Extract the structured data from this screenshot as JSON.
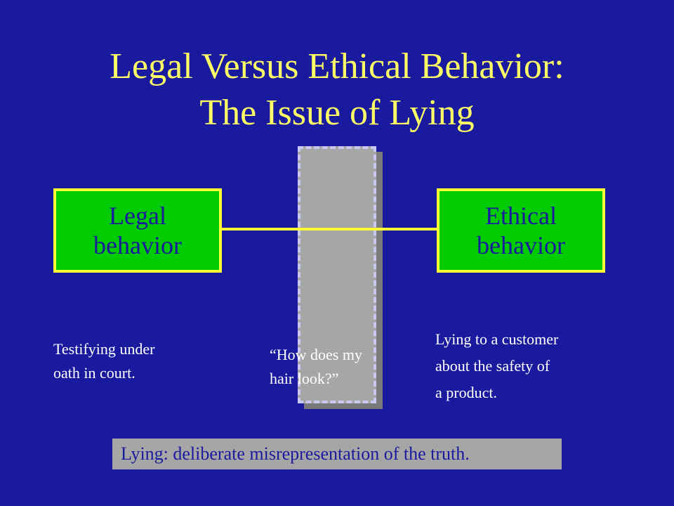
{
  "title": {
    "line1": "Legal Versus Ethical Behavior:",
    "line2": "The Issue of Lying"
  },
  "boxes": {
    "legal": {
      "line1": "Legal",
      "line2": "behavior"
    },
    "ethical": {
      "line1": "Ethical",
      "line2": "behavior"
    }
  },
  "examples": {
    "legal": {
      "line1": "Testifying under",
      "line2": "oath in court."
    },
    "middle": {
      "line1": "“How does my",
      "line2": "hair look?”"
    },
    "ethical": {
      "line1": "Lying to a customer",
      "line2": "about the safety of",
      "line3": "a product."
    }
  },
  "definition": "Lying:  deliberate misrepresentation of the truth.",
  "colors": {
    "background": "#1a1a9e",
    "title": "#ffff66",
    "box_fill": "#00cc00",
    "box_border": "#ffff33",
    "gray_bar": "#a6a6a6"
  }
}
